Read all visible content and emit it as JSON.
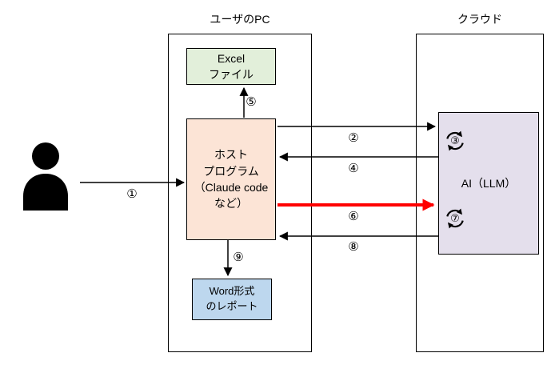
{
  "containers": {
    "user_pc": {
      "label": "ユーザのPC"
    },
    "cloud": {
      "label": "クラウド"
    }
  },
  "nodes": {
    "excel": {
      "label": "Excel\nファイル",
      "bg": "#e2efda"
    },
    "host": {
      "label": "ホスト\nプログラム\n（Claude code\nなど）",
      "bg": "#fce4d6"
    },
    "word": {
      "label": "Word形式\nのレポート",
      "bg": "#bdd7ee"
    },
    "ai": {
      "label": "AI（LLM）",
      "bg": "#e4dfec"
    }
  },
  "arrows": {
    "a1": {
      "label": "①",
      "color": "#000000"
    },
    "a2": {
      "label": "②",
      "color": "#000000"
    },
    "a4": {
      "label": "④",
      "color": "#000000"
    },
    "a5": {
      "label": "⑤",
      "color": "#000000"
    },
    "a6": {
      "label": "⑥",
      "color": "#ff0000"
    },
    "a8": {
      "label": "⑧",
      "color": "#000000"
    },
    "a9": {
      "label": "⑨",
      "color": "#000000"
    }
  },
  "cycles": {
    "c3": {
      "label": "③"
    },
    "c7": {
      "label": "⑦"
    }
  },
  "icon_colors": {
    "person": "#000000",
    "cycle_stroke": "#000000"
  }
}
